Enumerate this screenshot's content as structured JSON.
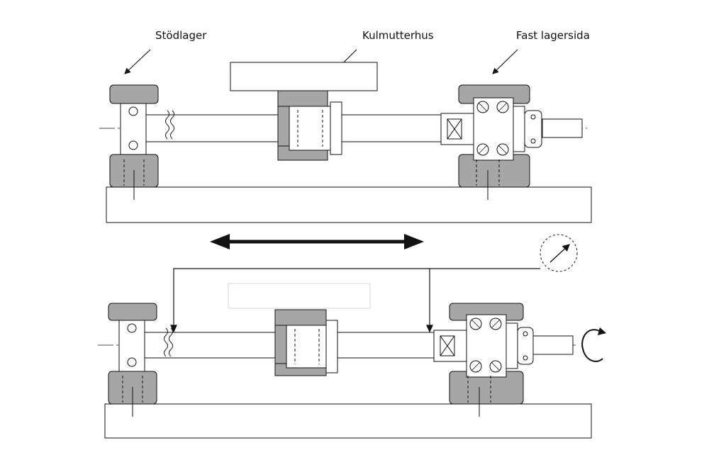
{
  "labels": {
    "support_bearing": "Stödlager",
    "ball_nut_housing": "Kulmutterhus",
    "fixed_bearing_side": "Fast lagersida"
  },
  "colors": {
    "gray_fill": "#a6a6a6",
    "line": "#111111",
    "background": "#ffffff"
  },
  "icons": {
    "dial_indicator": "dial-gauge-icon",
    "rotation": "rotation-arrow-icon",
    "movement": "double-arrow-icon"
  }
}
